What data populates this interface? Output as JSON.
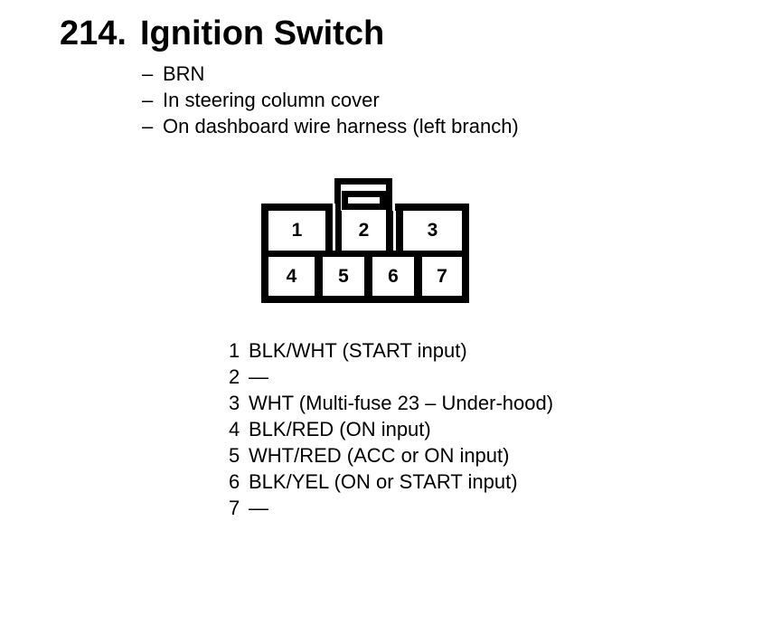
{
  "heading": {
    "number": "214.",
    "title": "Ignition Switch"
  },
  "notes": {
    "bullet": "–",
    "items": [
      "BRN",
      "In steering column cover",
      "On dashboard wire harness (left branch)"
    ]
  },
  "connector": {
    "top_row": [
      "1",
      "2",
      "3"
    ],
    "bottom_row": [
      "4",
      "5",
      "6",
      "7"
    ]
  },
  "pin_list": [
    {
      "num": "1",
      "label": "BLK/WHT (START input)"
    },
    {
      "num": "2",
      "label": "—"
    },
    {
      "num": "3",
      "label": "WHT (Multi-fuse 23 – Under-hood)"
    },
    {
      "num": "4",
      "label": "BLK/RED (ON input)"
    },
    {
      "num": "5",
      "label": "WHT/RED (ACC or ON input)"
    },
    {
      "num": "6",
      "label": "BLK/YEL (ON or START input)"
    },
    {
      "num": "7",
      "label": "—"
    }
  ],
  "colors": {
    "ink": "#000000",
    "paper": "#ffffff"
  }
}
